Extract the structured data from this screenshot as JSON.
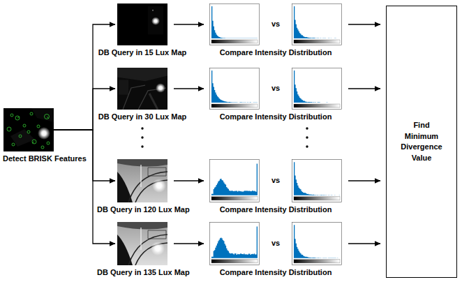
{
  "diagram": {
    "nodes": [
      {
        "text": [
          "Detect BRISK Features"
        ]
      },
      {
        "text": [
          "DB Query in 15 Lux Map"
        ]
      },
      {
        "text": [
          "vs",
          "Compare Intensity Distribution"
        ]
      },
      {
        "text": [
          "DB Query in 30 Lux Map"
        ]
      },
      {
        "text": [
          "vs",
          "Compare Intensity Distribution"
        ]
      },
      {
        "text": [
          "DB Query in 120 Lux Map"
        ]
      },
      {
        "text": [
          "vs",
          "Compare Intensity Distribution"
        ]
      },
      {
        "text": [
          "DB Query in 135 Lux Map"
        ]
      },
      {
        "text": [
          "vs",
          "Compare Intensity Distribution"
        ]
      },
      {
        "text": [
          "Find Minimum Divergence Value"
        ]
      }
    ],
    "edges": [
      {
        "from": 0,
        "to": 1,
        "arrow": "to"
      },
      {
        "from": 0,
        "to": 3,
        "arrow": "to"
      },
      {
        "from": 0,
        "to": 5,
        "arrow": "to"
      },
      {
        "from": 0,
        "to": 7,
        "arrow": "to"
      },
      {
        "from": 1,
        "to": 2,
        "arrow": "to"
      },
      {
        "from": 3,
        "to": 4,
        "arrow": "to"
      },
      {
        "from": 5,
        "to": 6,
        "arrow": "to"
      },
      {
        "from": 7,
        "to": 8,
        "arrow": "to"
      },
      {
        "from": 2,
        "to": 9,
        "arrow": "to"
      },
      {
        "from": 4,
        "to": 9,
        "arrow": "to"
      },
      {
        "from": 6,
        "to": 9,
        "arrow": "to"
      },
      {
        "from": 8,
        "to": 9,
        "arrow": "to"
      }
    ]
  }
}
